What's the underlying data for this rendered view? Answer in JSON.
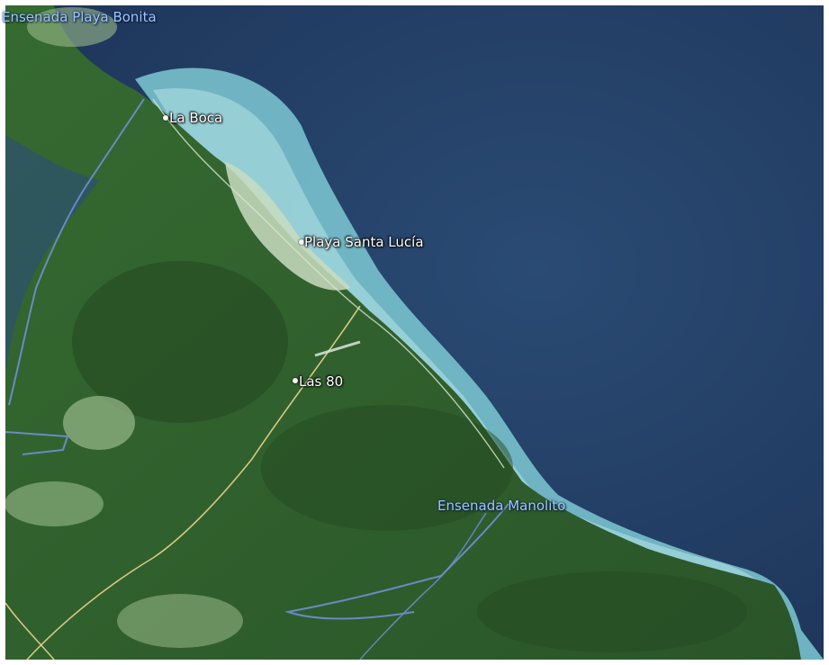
{
  "map": {
    "labels": [
      {
        "id": "ensenada-playa-bonita",
        "text": "Ensenada Playa Bonita",
        "kind": "water"
      },
      {
        "id": "la-boca",
        "text": "La Boca",
        "kind": "place"
      },
      {
        "id": "playa-santa-lucia",
        "text": "Playa Santa Lucía",
        "kind": "place"
      },
      {
        "id": "las-80",
        "text": "Las 80",
        "kind": "place"
      },
      {
        "id": "ensenada-manolito",
        "text": "Ensenada Manolito",
        "kind": "water"
      }
    ],
    "colors": {
      "ocean_deep": "#1d3357",
      "ocean_mid": "#2a4b74",
      "reef_shallow": "#7ec9d3",
      "reef_light": "#b7e3e6",
      "land_forest": "#2f5e2c",
      "land_dark": "#244a22",
      "land_clearing": "#9ab98a",
      "beach": "#c9dcc0",
      "road": "#e6d38a",
      "waterway": "#6f8fd6"
    }
  }
}
